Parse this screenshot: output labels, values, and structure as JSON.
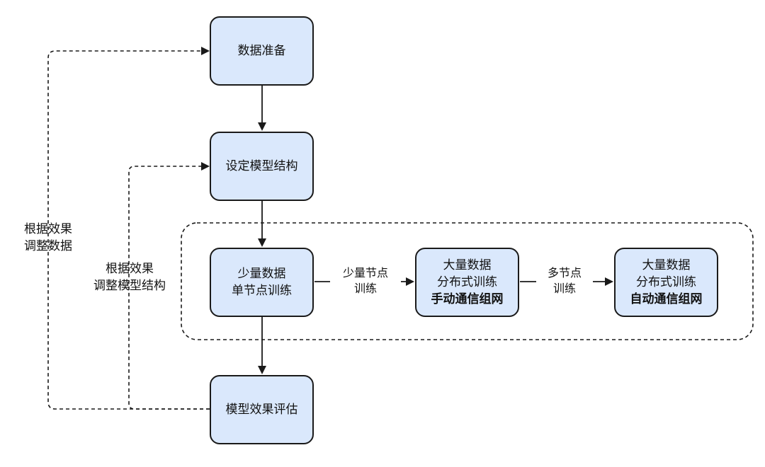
{
  "nodes": {
    "data_prep": {
      "text": "数据准备"
    },
    "set_model": {
      "text": "设定模型结构"
    },
    "small_single": {
      "line1": "少量数据",
      "line2": "单节点训练"
    },
    "large_manual": {
      "line1": "大量数据",
      "line2": "分布式训练",
      "line3": "手动通信组网"
    },
    "large_auto": {
      "line1": "大量数据",
      "line2": "分布式训练",
      "line3": "自动通信组网"
    },
    "eval": {
      "text": "模型效果评估"
    }
  },
  "edge_labels": {
    "few_nodes": {
      "line1": "少量节点",
      "line2": "训练"
    },
    "multi_nodes": {
      "line1": "多节点",
      "line2": "训练"
    }
  },
  "feedback_labels": {
    "adjust_data": {
      "line1": "根据效果",
      "line2": "调整数据"
    },
    "adjust_model": {
      "line1": "根据效果",
      "line2": "调整模型结构"
    }
  },
  "colors": {
    "node_fill": "#dae8fc",
    "stroke": "#1a1a1a"
  }
}
